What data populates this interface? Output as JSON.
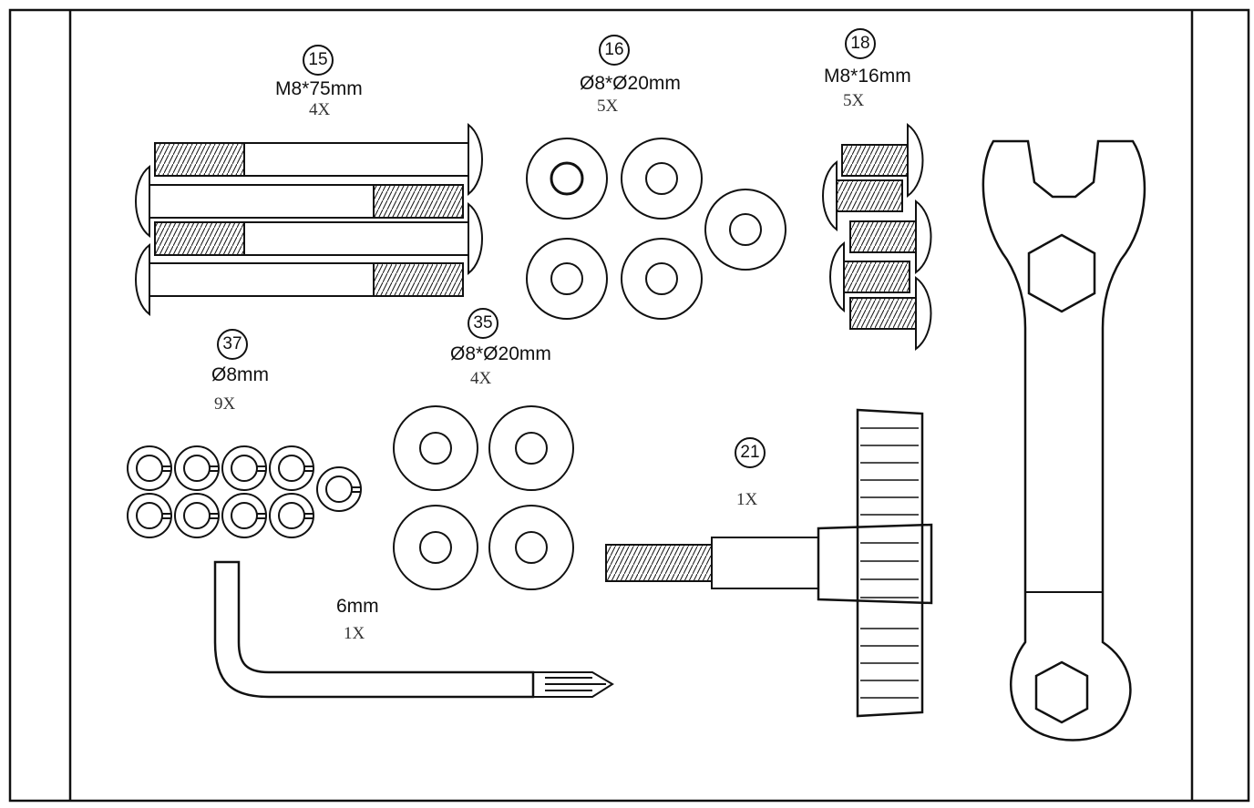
{
  "parts": [
    {
      "id": "bolt-m8x75",
      "number": "15",
      "spec": "M8*75mm",
      "qty": "4X"
    },
    {
      "id": "washer-8x20-a",
      "number": "16",
      "spec": "Ø8*Ø20mm",
      "qty": "5X"
    },
    {
      "id": "bolt-m8x16",
      "number": "18",
      "spec": "M8*16mm",
      "qty": "5X"
    },
    {
      "id": "spring-washer",
      "number": "37",
      "spec": "Ø8mm",
      "qty": "9X"
    },
    {
      "id": "washer-8x20-b",
      "number": "35",
      "spec": "Ø8*Ø20mm",
      "qty": "4X"
    },
    {
      "id": "knob-bolt",
      "number": "21",
      "spec": "",
      "qty": "1X"
    },
    {
      "id": "allen-key",
      "number": "",
      "spec": "6mm",
      "qty": "1X"
    }
  ],
  "tools": [
    {
      "id": "wrench",
      "icon": "combination-wrench-icon"
    },
    {
      "id": "allen-key",
      "icon": "allen-key-screwdriver-icon"
    }
  ],
  "colors": {
    "line": "#111111",
    "paper": "#ffffff",
    "panel": "#f7f7f7"
  }
}
